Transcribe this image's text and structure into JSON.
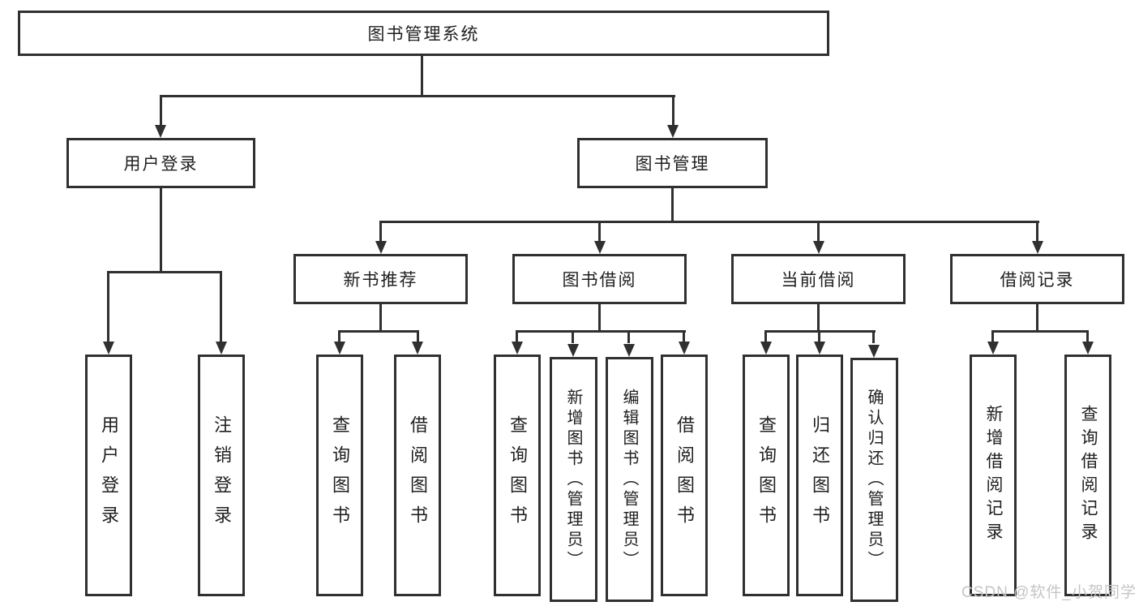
{
  "colors": {
    "line": "#303030",
    "box_background": "#ffffff",
    "watermark": "#c5c5c5"
  },
  "watermark": {
    "text": "CSDN @软件_小贺同学"
  },
  "tree": {
    "root": {
      "label": "图书管理系统"
    },
    "children": [
      {
        "label": "用户登录",
        "children": [
          {
            "label": "用户登录"
          },
          {
            "label": "注销登录"
          }
        ]
      },
      {
        "label": "图书管理",
        "children": [
          {
            "label": "新书推荐",
            "children": [
              {
                "label": "查询图书"
              },
              {
                "label": "借阅图书"
              }
            ]
          },
          {
            "label": "图书借阅",
            "children": [
              {
                "label": "查询图书"
              },
              {
                "label": "新增图书（管理员）"
              },
              {
                "label": "编辑图书（管理员）"
              },
              {
                "label": "借阅图书"
              }
            ]
          },
          {
            "label": "当前借阅",
            "children": [
              {
                "label": "查询图书"
              },
              {
                "label": "归还图书"
              },
              {
                "label": "确认归还（管理员）"
              }
            ]
          },
          {
            "label": "借阅记录",
            "children": [
              {
                "label": "新增借阅记录"
              },
              {
                "label": "查询借阅记录"
              }
            ]
          }
        ]
      }
    ]
  }
}
